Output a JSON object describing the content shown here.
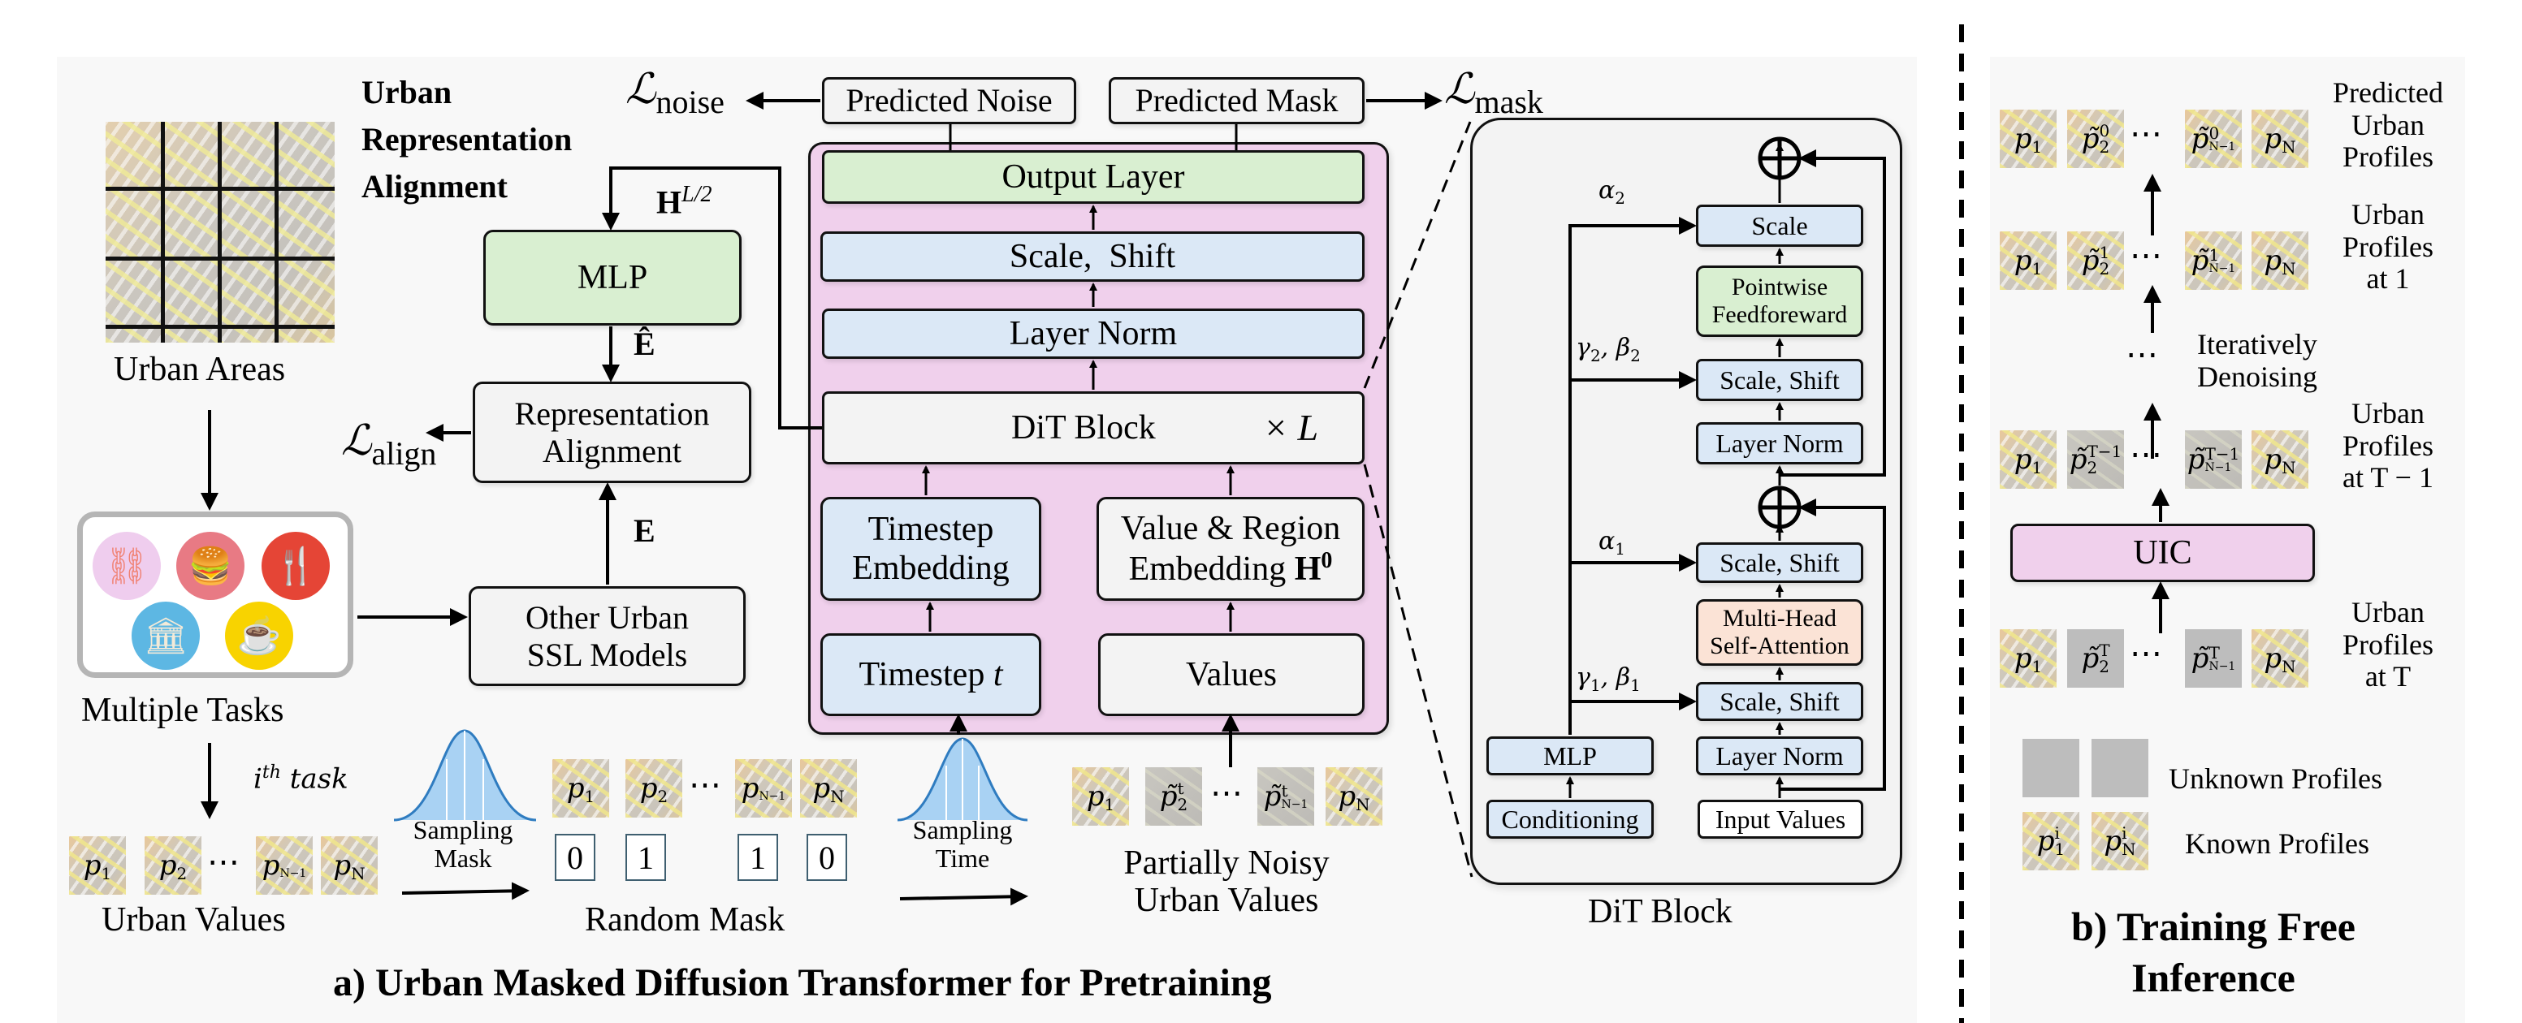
{
  "panel_a": {
    "caption": "a) Urban Masked Diffusion Transformer for Pretraining",
    "urban_areas_label": "Urban Areas",
    "repa_title": [
      "Urban",
      "Representation",
      "Alignment"
    ],
    "loss_noise": {
      "symbol": "ℒ",
      "sub": "noise"
    },
    "loss_mask": {
      "symbol": "ℒ",
      "sub": "mask"
    },
    "loss_align": {
      "symbol": "ℒ",
      "sub": "align"
    },
    "predicted_noise": "Predicted Noise",
    "predicted_mask": "Predicted Mask",
    "h_half": {
      "base": "H",
      "sup": "L/2"
    },
    "mlp": "MLP",
    "e_hat": "Ê",
    "rep_align": [
      "Representation",
      "Alignment"
    ],
    "e_label": "E",
    "other_ssl": [
      "Other Urban",
      "SSL Models"
    ],
    "multiple_tasks": "Multiple Tasks",
    "task_icons": [
      {
        "name": "handcuffs-icon",
        "glyph": "⛓",
        "bg": "#efcdee",
        "fg": "#f08070"
      },
      {
        "name": "burger-icon",
        "glyph": "🍔",
        "bg": "#e87a84",
        "fg": "#e0a830"
      },
      {
        "name": "fork-knife-icon",
        "glyph": "🍴",
        "bg": "#e54536",
        "fg": "#ffffff"
      },
      {
        "name": "bank-icon",
        "glyph": "🏛",
        "bg": "#5db7e3",
        "fg": "#f3ead8"
      },
      {
        "name": "coffee-icon",
        "glyph": "☕",
        "bg": "#f8d300",
        "fg": "#4a2e1a"
      }
    ],
    "ith_task": {
      "base": "i",
      "sup": "th",
      "rest": " task"
    },
    "urban_values_label": "Urban Values",
    "urban_values_tiles": [
      {
        "base": "p",
        "sub": "1"
      },
      {
        "base": "p",
        "sub": "2"
      },
      {
        "base": "p",
        "sub": "N−1"
      },
      {
        "base": "p",
        "sub": "N"
      }
    ],
    "sampling_mask": [
      "Sampling",
      "Mask"
    ],
    "random_mask_label": "Random Mask",
    "random_mask_tiles": [
      {
        "base": "p",
        "sub": "1"
      },
      {
        "base": "p",
        "sub": "2"
      },
      {
        "base": "p",
        "sub": "N−1"
      },
      {
        "base": "p",
        "sub": "N"
      }
    ],
    "mask_values": [
      "0",
      "1",
      "1",
      "0"
    ],
    "sampling_time": [
      "Sampling",
      "Time"
    ],
    "noisy_label": [
      "Partially Noisy",
      "Urban Values"
    ],
    "noisy_tiles": [
      {
        "base": "p",
        "sub": "1",
        "sup": ""
      },
      {
        "base": "p̃",
        "sub": "2",
        "sup": "t"
      },
      {
        "base": "p̃",
        "sub": "N−1",
        "sup": "t"
      },
      {
        "base": "p",
        "sub": "N",
        "sup": ""
      }
    ],
    "ellipsis": "⋯",
    "uic": {
      "output_layer": "Output Layer",
      "scale_shift": "Scale,  Shift",
      "layer_norm": "Layer Norm",
      "dit_block": "DiT Block",
      "times_l": "× L",
      "timestep_embedding": [
        "Timestep",
        "Embedding"
      ],
      "value_region": [
        "Value & Region",
        "Embedding"
      ],
      "h0": {
        "base": "H",
        "sup": "0"
      },
      "timestep_t": {
        "text": "Timestep ",
        "var": "t"
      },
      "values": "Values"
    }
  },
  "dit_block": {
    "title": "DiT Block",
    "scale": "Scale",
    "pointwise_ff": [
      "Pointwise",
      "Feedforeward"
    ],
    "scale_shift_2": "Scale, Shift",
    "layer_norm_2": "Layer Norm",
    "scale_shift_a1": "Scale, Shift",
    "mhsa": [
      "Multi-Head",
      "Self-Attention"
    ],
    "scale_shift_1": "Scale, Shift",
    "layer_norm_1": "Layer Norm",
    "mlp": "MLP",
    "conditioning": "Conditioning",
    "input_values": "Input Values",
    "alpha2": {
      "base": "α",
      "sub": "2"
    },
    "gamma2_beta2": {
      "g": "γ",
      "gs": "2",
      "b": "β",
      "bs": "2"
    },
    "alpha1": {
      "base": "α",
      "sub": "1"
    },
    "gamma1_beta1": {
      "g": "γ",
      "gs": "1",
      "b": "β",
      "bs": "1"
    },
    "plus": "⊕"
  },
  "panel_b": {
    "caption": [
      "b) Training Free",
      "Inference"
    ],
    "rows": [
      {
        "label": [
          "Predicted",
          "Urban",
          "Profiles"
        ],
        "sup": "0",
        "unknown": false
      },
      {
        "label": [
          "Urban",
          "Profiles",
          "at 1"
        ],
        "sup": "1",
        "unknown": false
      },
      {
        "label": [
          "Urban",
          "Profiles",
          "at T − 1"
        ],
        "sup": "T−1",
        "unknown": false
      },
      {
        "label": [
          "Urban",
          "Profiles",
          "at T"
        ],
        "sup": "T",
        "unknown": true
      }
    ],
    "iterative": [
      "Iteratively",
      "Denoising"
    ],
    "uic": "UIC",
    "legend_unknown": "Unknown Profiles",
    "legend_known": "Known Profiles",
    "known_tiles": [
      {
        "base": "p",
        "sub": "1",
        "sup": "i"
      },
      {
        "base": "p",
        "sub": "N",
        "sup": "i"
      }
    ]
  },
  "colors": {
    "green": "#d9efd1",
    "blue": "#dbe8f6",
    "pink": "#f0d0ec",
    "peach": "#fbe3d6",
    "gray": "#f3f3f3",
    "unknown": "#bdbdbd",
    "bell": "#5aa9e0"
  }
}
